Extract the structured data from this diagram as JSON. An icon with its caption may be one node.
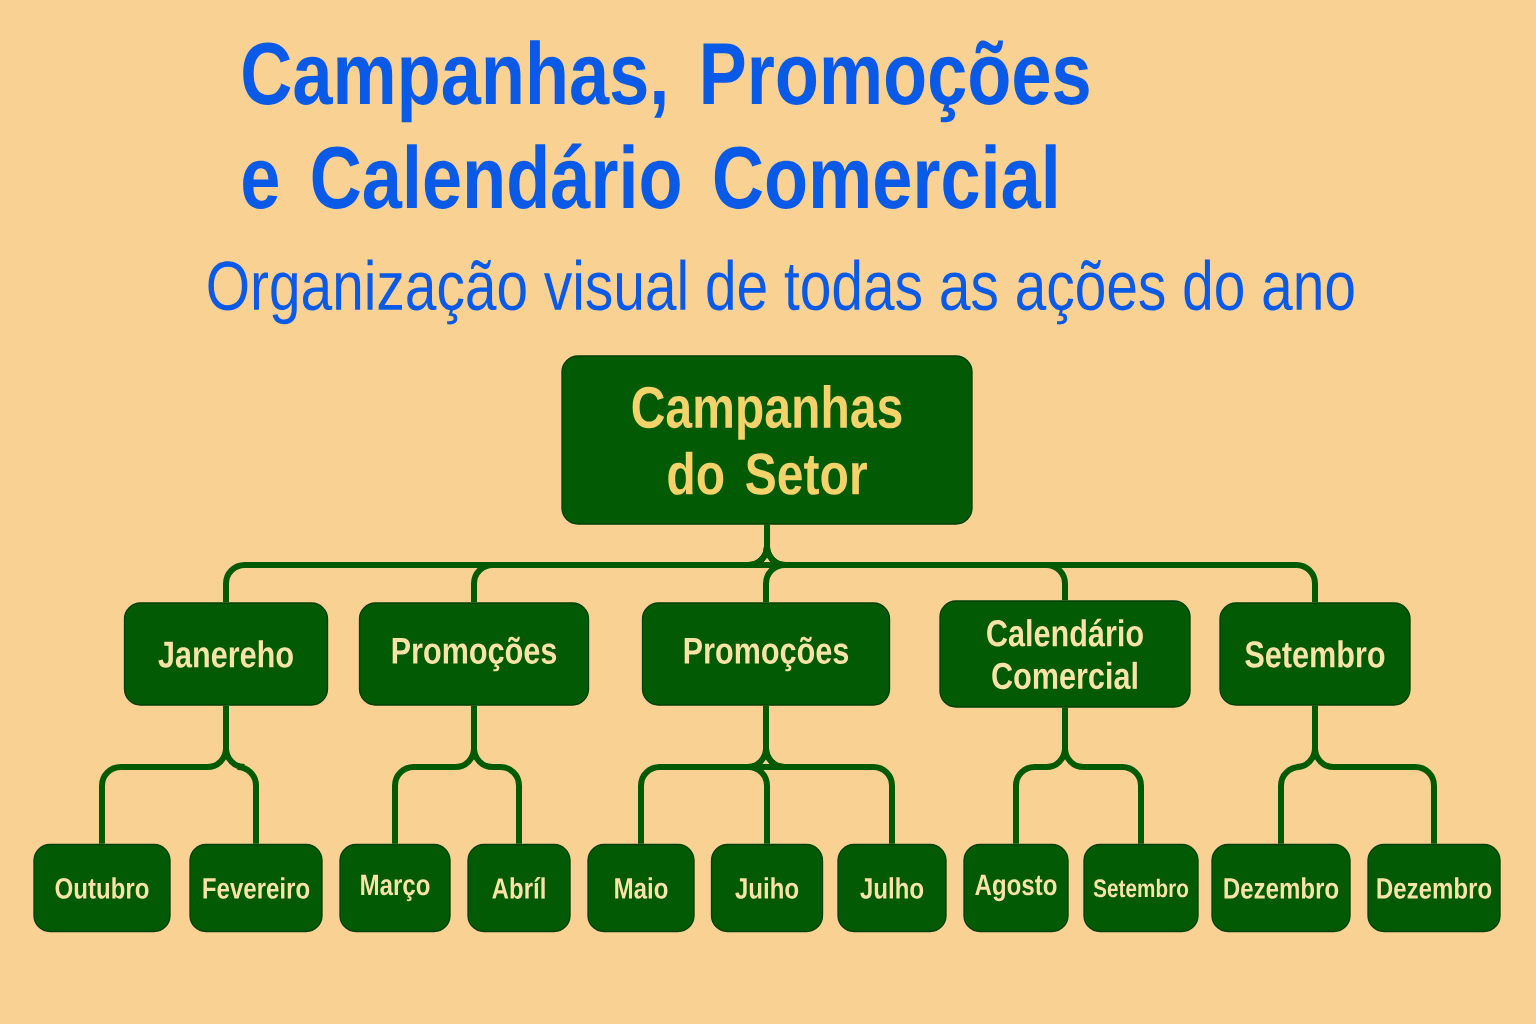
{
  "diagram": {
    "title": "Campanhas, Promoções e Calendário Comercial",
    "nodes": [
      {
        "text": [
          "Campanhas do Setor"
        ]
      },
      {
        "text": [
          "Janereho"
        ]
      },
      {
        "text": [
          "Promoções"
        ]
      },
      {
        "text": [
          "Promoções"
        ]
      },
      {
        "text": [
          "Calendário Comercial"
        ]
      },
      {
        "text": [
          "Setembro"
        ]
      },
      {
        "text": [
          "Outubro"
        ]
      },
      {
        "text": [
          "Fevereiro"
        ]
      },
      {
        "text": [
          "Março"
        ]
      },
      {
        "text": [
          "Abríl"
        ]
      },
      {
        "text": [
          "Maio"
        ]
      },
      {
        "text": [
          "Juiho"
        ]
      },
      {
        "text": [
          "Julho"
        ]
      },
      {
        "text": [
          "Agosto"
        ]
      },
      {
        "text": [
          "Setembro"
        ]
      },
      {
        "text": [
          "Dezembro"
        ]
      },
      {
        "text": [
          "Dezembro"
        ]
      }
    ],
    "edges": [
      {
        "from": 0,
        "to": 1,
        "arrow": "none"
      },
      {
        "from": 0,
        "to": 2,
        "arrow": "none"
      },
      {
        "from": 0,
        "to": 3,
        "arrow": "none"
      },
      {
        "from": 0,
        "to": 4,
        "arrow": "none"
      },
      {
        "from": 0,
        "to": 5,
        "arrow": "none"
      },
      {
        "from": 1,
        "to": 6,
        "arrow": "none"
      },
      {
        "from": 1,
        "to": 7,
        "arrow": "none"
      },
      {
        "from": 2,
        "to": 8,
        "arrow": "none"
      },
      {
        "from": 2,
        "to": 9,
        "arrow": "none"
      },
      {
        "from": 3,
        "to": 10,
        "arrow": "none"
      },
      {
        "from": 3,
        "to": 11,
        "arrow": "none"
      },
      {
        "from": 3,
        "to": 12,
        "arrow": "none"
      },
      {
        "from": 4,
        "to": 13,
        "arrow": "none"
      },
      {
        "from": 4,
        "to": 14,
        "arrow": "none"
      },
      {
        "from": 5,
        "to": 15,
        "arrow": "none"
      },
      {
        "from": 5,
        "to": 16,
        "arrow": "none"
      }
    ],
    "labels": [
      "Organização visual de todas as ações do ano"
    ]
  }
}
